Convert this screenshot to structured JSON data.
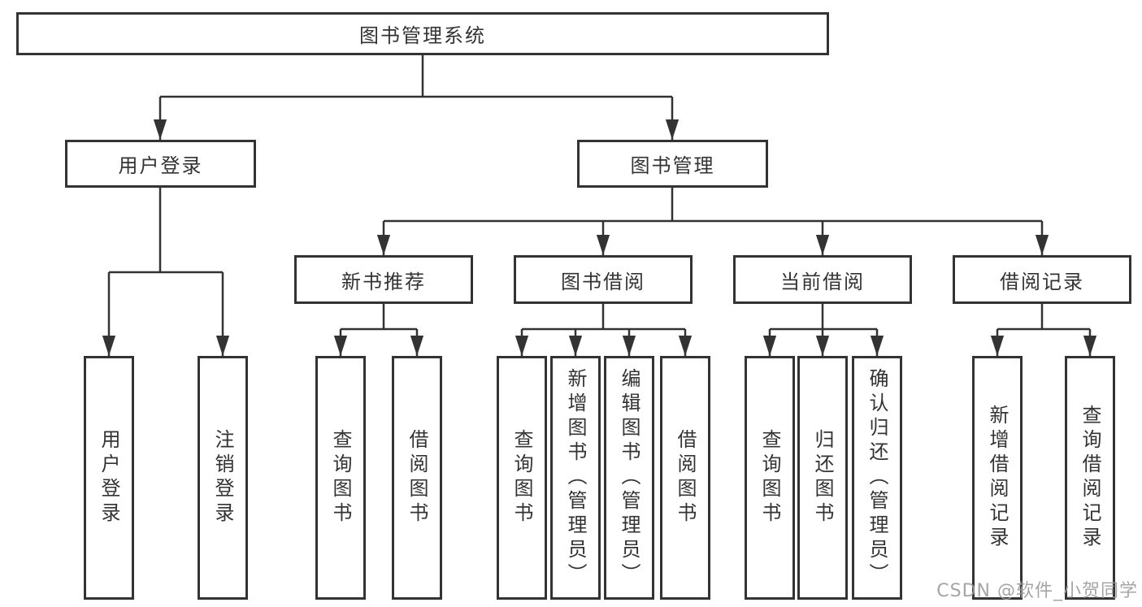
{
  "root": {
    "label": "图书管理系统"
  },
  "level2": [
    {
      "label": "用户登录"
    },
    {
      "label": "图书管理"
    }
  ],
  "level3": [
    {
      "label": "新书推荐"
    },
    {
      "label": "图书借阅"
    },
    {
      "label": "当前借阅"
    },
    {
      "label": "借阅记录"
    }
  ],
  "leaves": [
    {
      "label": "用户登录"
    },
    {
      "label": "注销登录"
    },
    {
      "label": "查询图书"
    },
    {
      "label": "借阅图书"
    },
    {
      "label": "查询图书"
    },
    {
      "label": "新增图书（管理员）"
    },
    {
      "label": "编辑图书（管理员）"
    },
    {
      "label": "借阅图书"
    },
    {
      "label": "查询图书"
    },
    {
      "label": "归还图书"
    },
    {
      "label": "确认归还（管理员）"
    },
    {
      "label": "新增借阅记录"
    },
    {
      "label": "查询借阅记录"
    }
  ],
  "watermark": {
    "text": "CSDN @软件_小贺同学"
  },
  "colors": {
    "line": "#333333",
    "box_border": "#333333",
    "text": "#333333",
    "background": "#ffffff",
    "watermark": "#9b9b9b"
  }
}
